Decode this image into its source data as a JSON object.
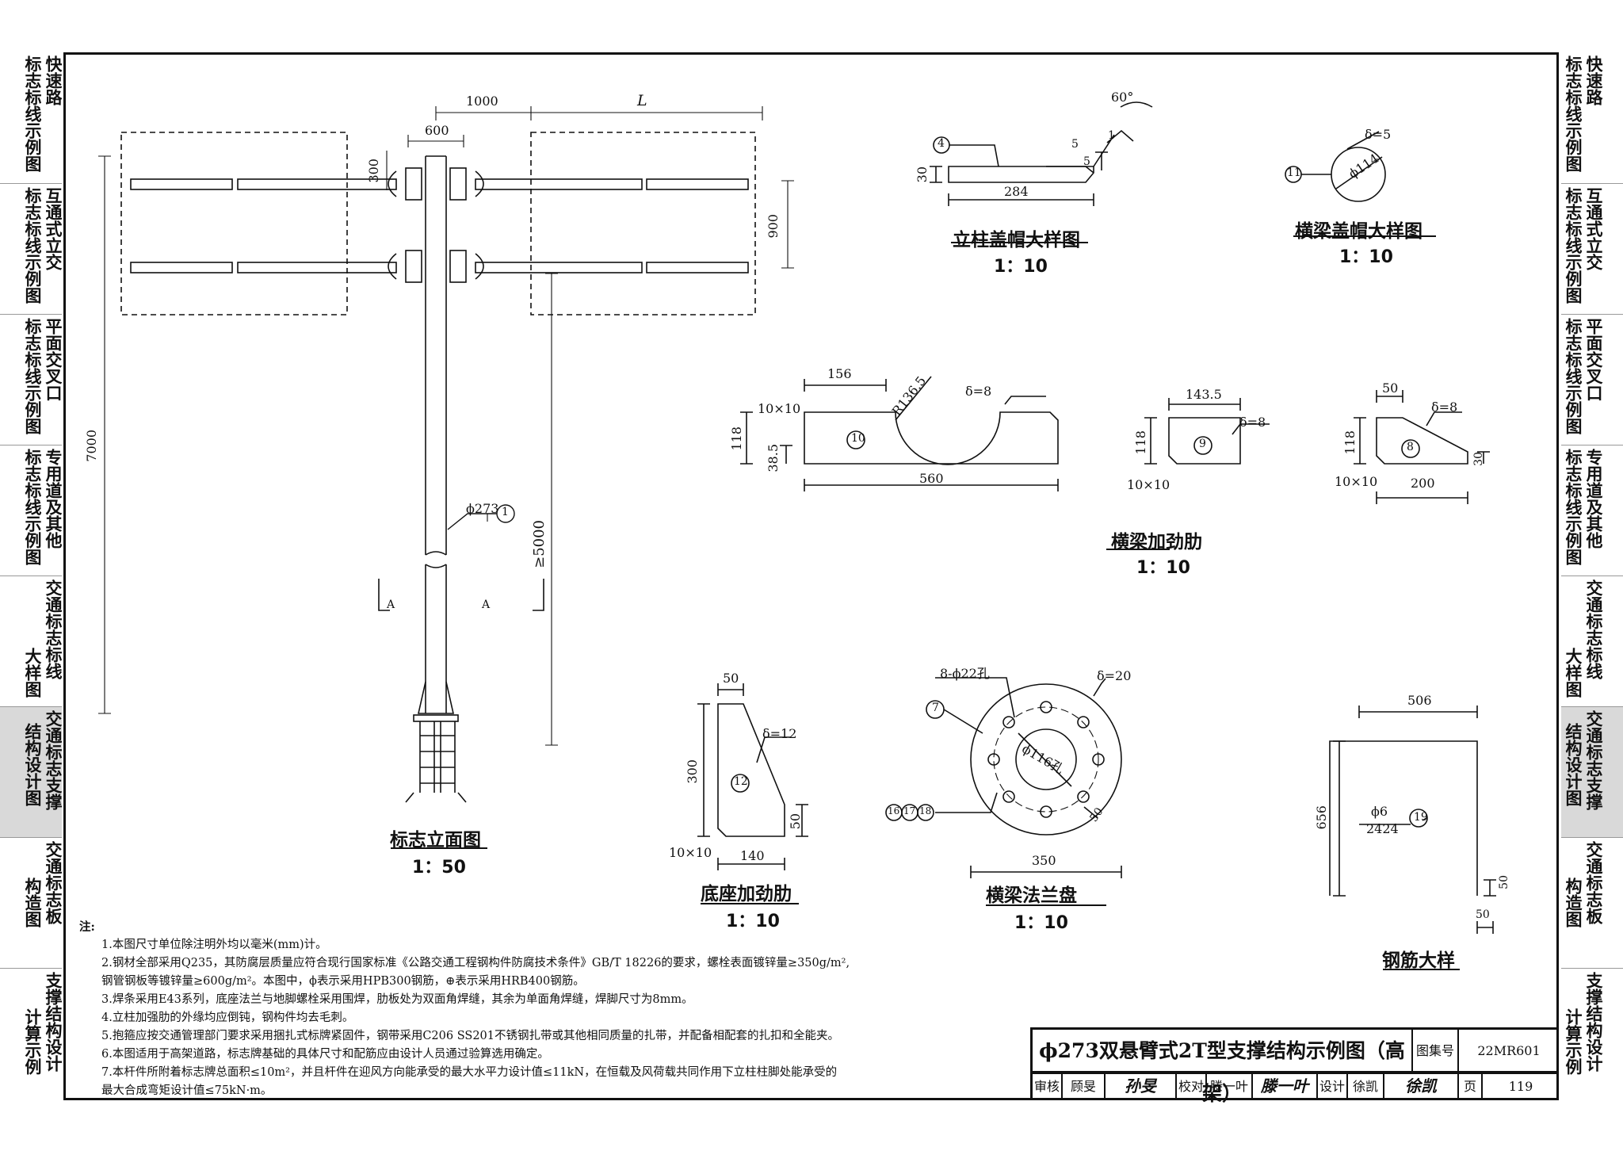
{
  "side_left": [
    {
      "col1": "标志标线示例图",
      "col2": "快速路",
      "active": false
    },
    {
      "col1": "标志标线示例图",
      "col2": "互通式立交",
      "active": false
    },
    {
      "col1": "标志标线示例图",
      "col2": "平面交叉口",
      "active": false
    },
    {
      "col1": "标志标线示例图",
      "col2": "专用道及其他",
      "active": false
    },
    {
      "col1": "大样图",
      "col2": "交通标志标线",
      "active": false
    },
    {
      "col1": "结构设计图",
      "col2": "交通标志支撑",
      "active": true
    },
    {
      "col1": "构造图",
      "col2": "交通标志板",
      "active": false
    },
    {
      "col1": "计算示例",
      "col2": "支撑结构设计",
      "active": false
    }
  ],
  "side_right": [
    {
      "col1": "标志标线示例图",
      "col2": "快速路",
      "active": false
    },
    {
      "col1": "标志标线示例图",
      "col2": "互通式立交",
      "active": false
    },
    {
      "col1": "标志标线示例图",
      "col2": "平面交叉口",
      "active": false
    },
    {
      "col1": "标志标线示例图",
      "col2": "专用道及其他",
      "active": false
    },
    {
      "col1": "大样图",
      "col2": "交通标志标线",
      "active": false
    },
    {
      "col1": "结构设计图",
      "col2": "交通标志支撑",
      "active": true
    },
    {
      "col1": "构造图",
      "col2": "交通标志板",
      "active": false
    },
    {
      "col1": "计算示例",
      "col2": "支撑结构设计",
      "active": false
    }
  ],
  "elevation": {
    "title": "标志立面图",
    "scale": "1：50",
    "dim_1000": "1000",
    "dim_L": "L",
    "dim_600": "600",
    "dim_300": "300",
    "dim_900": "900",
    "dim_7000": "7000",
    "dim_5000": "≥5000",
    "pole_label": "ϕ273",
    "pole_no": "1",
    "section": "A"
  },
  "post_cap": {
    "title": "立柱盖帽大样图",
    "scale": "1：10",
    "no": "4",
    "dim_284": "284",
    "dim_30": "30",
    "dim_5a": "5",
    "dim_5b": "5",
    "weld": "1",
    "angle": "60°"
  },
  "beam_cap": {
    "title": "横梁盖帽大样图",
    "scale": "1：10",
    "no": "11",
    "dia": "ϕ114",
    "thick": "δ=5"
  },
  "beam_rib": {
    "title": "横梁加劲肋",
    "scale": "1：10",
    "p10": {
      "no": "10",
      "dim_156": "156",
      "radius": "R136.5",
      "thick": "δ=8",
      "dim_118": "118",
      "dim_385": "38.5",
      "chamfer": "10×10",
      "dim_560": "560"
    },
    "p9": {
      "no": "9",
      "dim_1435": "143.5",
      "thick": "δ=8",
      "dim_118": "118",
      "chamfer": "10×10"
    },
    "p8": {
      "no": "8",
      "dim_50": "50",
      "thick": "δ=8",
      "dim_118": "118",
      "dim_30": "30",
      "chamfer": "10×10",
      "dim_200": "200"
    }
  },
  "base_rib": {
    "title": "底座加劲肋",
    "scale": "1：10",
    "no": "12",
    "dim_50": "50",
    "thick": "δ=12",
    "dim_300": "300",
    "dim_50b": "50",
    "chamfer": "10×10",
    "dim_140": "140"
  },
  "flange": {
    "title": "横梁法兰盘",
    "scale": "1：10",
    "no": "7",
    "holes": "8-ϕ22孔",
    "thick": "δ=20",
    "center": "ϕ116孔",
    "dim_50": "50",
    "dim_350": "350",
    "bolts": [
      "16",
      "17",
      "18"
    ]
  },
  "rebar": {
    "title": "钢筋大样",
    "no": "19",
    "dim_506": "506",
    "dim_656": "656",
    "dia": "ϕ6",
    "len": "2424",
    "dim_50a": "50",
    "dim_50b": "50"
  },
  "notes": {
    "head": "注:",
    "items": [
      "1.本图尺寸单位除注明外均以毫米(mm)计。",
      "2.钢材全部采用Q235，其防腐层质量应符合现行国家标准《公路交通工程钢构件防腐技术条件》GB/T 18226的要求，螺栓表面镀锌量≥350g/m²,",
      "   钢管钢板等镀锌量≥600g/m²。本图中，ϕ表示采用HPB300钢筋，⊕表示采用HRB400钢筋。",
      "3.焊条采用E43系列，底座法兰与地脚螺栓采用围焊，肋板处为双面角焊缝，其余为单面角焊缝，焊脚尺寸为8mm。",
      "4.立柱加强肋的外缘均应倒钝，钢构件均去毛刺。",
      "5.抱箍应按交通管理部门要求采用捆扎式标牌紧固件，钢带采用C206 SS201不锈钢扎带或其他相同质量的扎带，并配备相配套的扎扣和全能夹。",
      "6.本图适用于高架道路，标志牌基础的具体尺寸和配筋应由设计人员通过验算选用确定。",
      "7.本杆件所附着标志牌总面积≤10m²，并且杆件在迎风方向能承受的最大水平力设计值≤11kN，在恒载及风荷载共同作用下立柱柱脚处能承受的",
      "   最大合成弯矩设计值≤75kN·m。"
    ]
  },
  "title_block": {
    "title": "ϕ273双悬臂式2T型支撑结构示例图（高架）",
    "atlas_label": "图集号",
    "atlas_no": "22MR601",
    "review_label": "审核",
    "review_name": "顾旻",
    "review_sig": "孙旻",
    "check_label": "校对",
    "check_name": "滕一叶",
    "check_sig": "滕一叶",
    "design_label": "设计",
    "design_name": "徐凯",
    "design_sig": "徐凯",
    "page_label": "页",
    "page_no": "119"
  }
}
